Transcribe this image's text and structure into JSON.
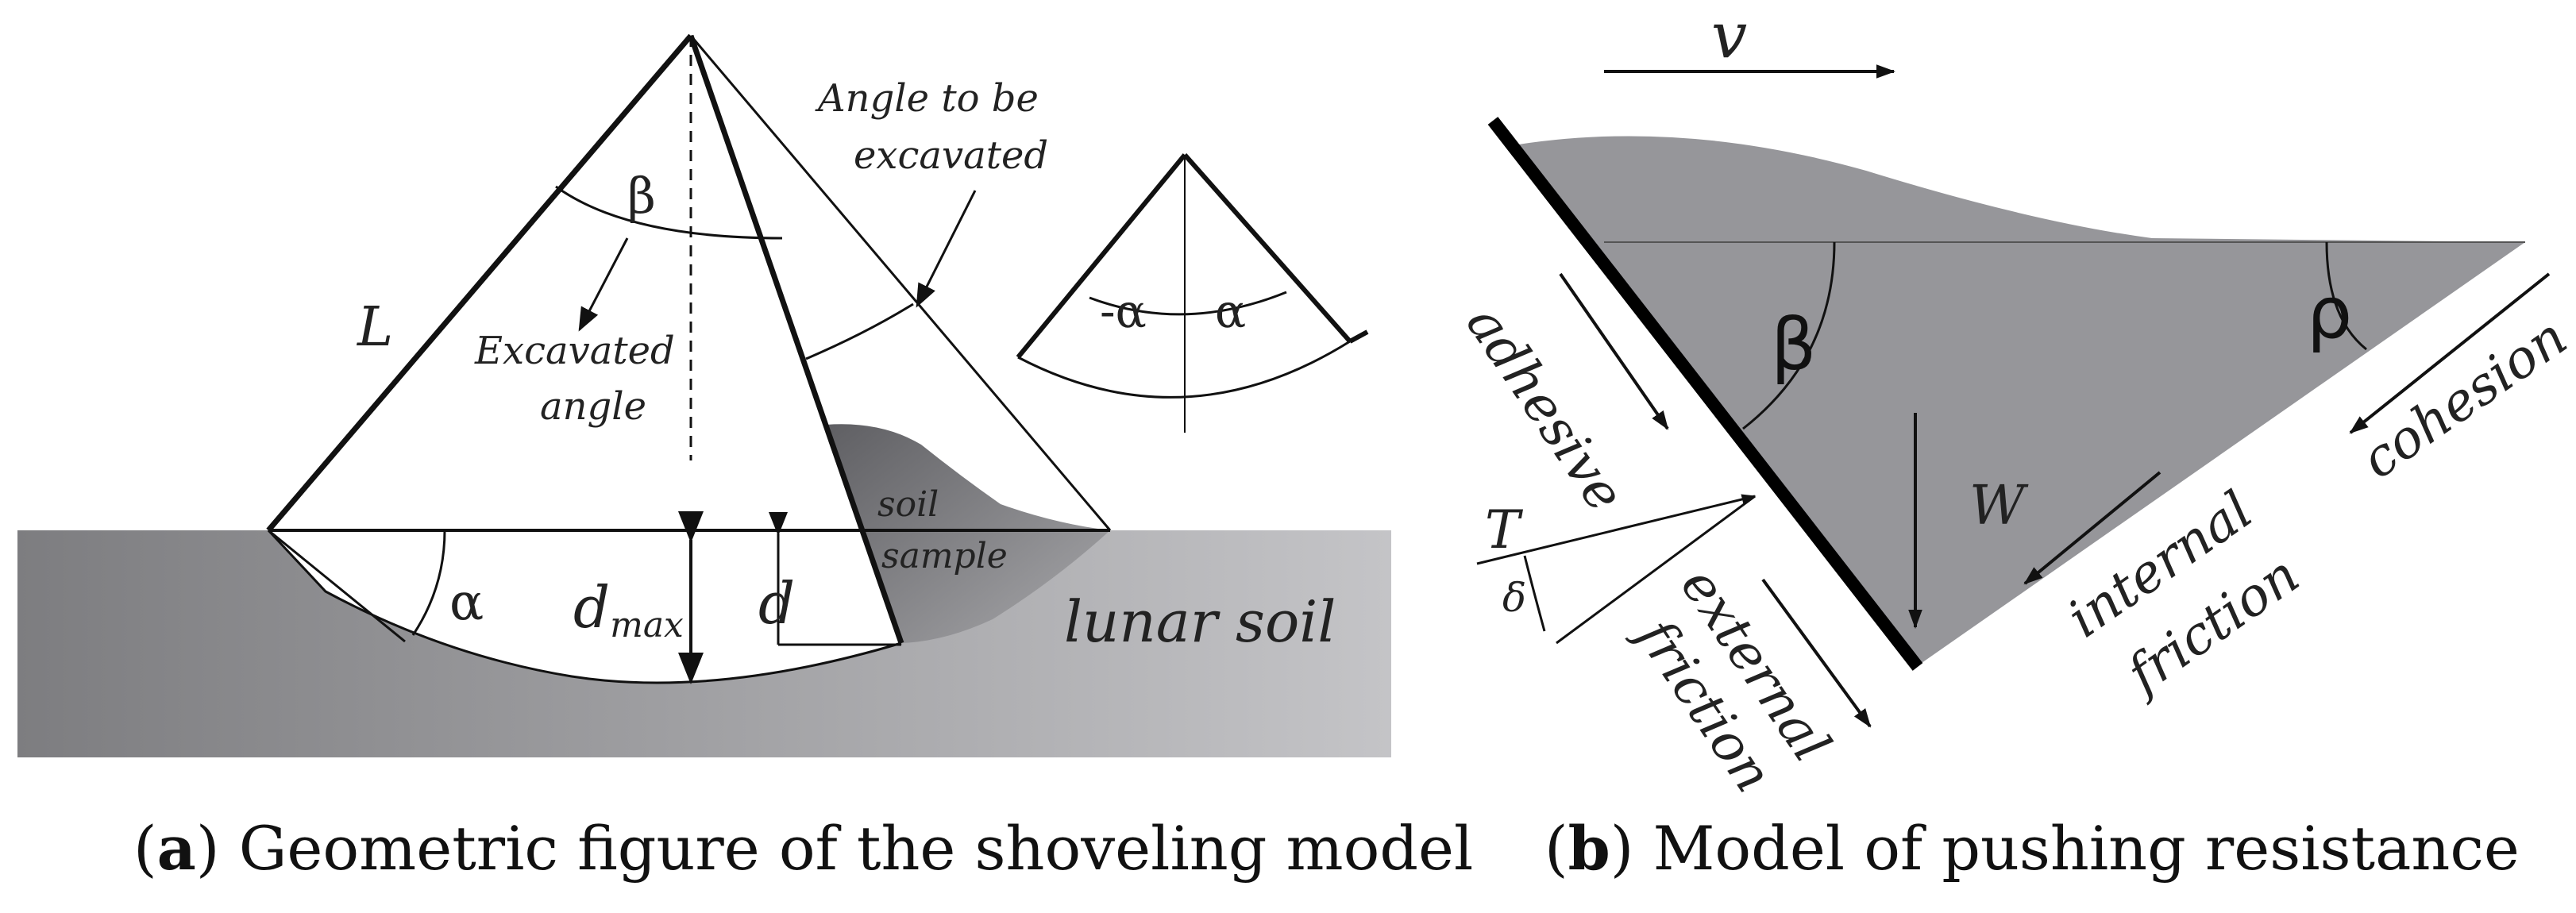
{
  "panel_a": {
    "label_L": "L",
    "label_beta": "β",
    "label_alpha": "α",
    "label_dmax_main": "d",
    "label_dmax_sub": "max",
    "label_d": "d",
    "inset_neg_alpha": "-α",
    "inset_alpha": "α",
    "angle_to_be_excavated_line1": "Angle to be",
    "angle_to_be_excavated_line2": "excavated",
    "excavated_angle_line1": "Excavated",
    "excavated_angle_line2": "angle",
    "soil_sample_line1": "soil",
    "soil_sample_line2": "sample",
    "lunar_soil": "lunar soil",
    "caption_letter": "a",
    "caption_text": "Geometric figure of the shoveling model"
  },
  "panel_b": {
    "label_v": "v",
    "label_beta": "β",
    "label_rho": "ρ",
    "label_W": "W",
    "label_T": "T",
    "label_delta": "δ",
    "adhesive": "adhesive",
    "external_friction_line1": "external",
    "external_friction_line2": "friction",
    "internal_friction_line1": "internal",
    "internal_friction_line2": "friction",
    "cohesion": "cohesion",
    "caption_letter": "b",
    "caption_text": "Model of pushing resistance"
  },
  "colors": {
    "soil_dark": "#7b7b7e",
    "soil_light": "#b9b9bc",
    "wedge_gray": "#96969a",
    "sample_gray": "#6e6e72",
    "line": "#111111"
  }
}
